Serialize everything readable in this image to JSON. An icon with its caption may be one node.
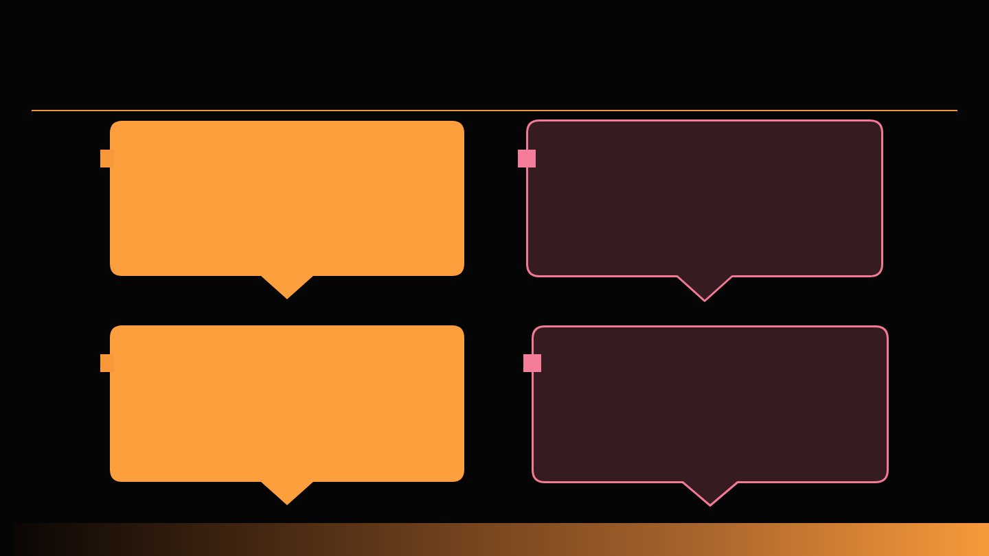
{
  "diagram": {
    "nodes": [
      {
        "text": [],
        "shape": "callout"
      },
      {
        "text": [],
        "shape": "callout"
      },
      {
        "text": [],
        "shape": "callout"
      },
      {
        "text": [],
        "shape": "callout"
      }
    ]
  }
}
